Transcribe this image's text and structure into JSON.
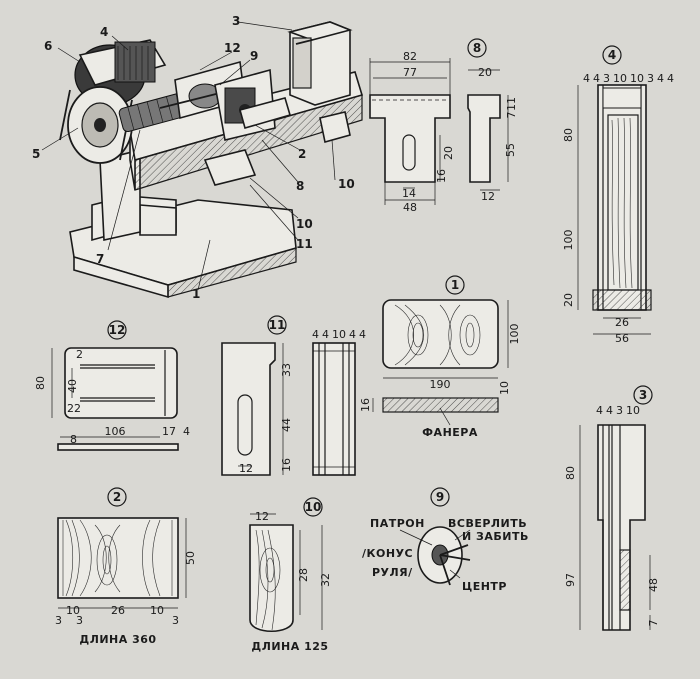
{
  "machine": {
    "callouts": [
      "1",
      "2",
      "3",
      "4",
      "5",
      "6",
      "7",
      "8",
      "9",
      "10",
      "10",
      "11",
      "12"
    ]
  },
  "part8": {
    "id": "8",
    "dims": {
      "w_outer": "82",
      "w_inner": "77",
      "w_base": "48",
      "slot_w": "14",
      "slot_h": "20",
      "h_slot_base": "16",
      "side_top": "20",
      "side_h1": "11",
      "side_h2": "7",
      "side_h3": "55",
      "side_w": "12"
    }
  },
  "part4": {
    "id": "4",
    "dims": {
      "top": [
        "4",
        "4",
        "3",
        "10",
        "10",
        "3",
        "4",
        "4"
      ],
      "h1": "80",
      "h2": "100",
      "h3": "20",
      "w_inner": "26",
      "w_outer": "56"
    }
  },
  "part12": {
    "id": "12",
    "dims": {
      "h": "80",
      "a": "2",
      "b": "40",
      "c": "22",
      "len": "106",
      "t1": "8",
      "t2": "17",
      "t3": "4"
    }
  },
  "part11": {
    "id": "11",
    "dims": {
      "top": [
        "4",
        "4",
        "10",
        "4",
        "4"
      ],
      "h1": "33",
      "h2": "44",
      "h3": "16",
      "w": "12"
    }
  },
  "part1": {
    "id": "1",
    "dims": {
      "w": "190",
      "h": "100",
      "t": "16",
      "t2": "10"
    },
    "material": "ФАНЕРА"
  },
  "part3": {
    "id": "3",
    "dims": {
      "top": [
        "4",
        "4",
        "3",
        "10"
      ],
      "h1": "80",
      "h2": "97",
      "h3": "48",
      "h4": "7"
    }
  },
  "part2": {
    "id": "2",
    "dims": {
      "h": "50",
      "a": "3",
      "b": "10",
      "c": "3",
      "mid": "26",
      "d": "10",
      "e": "3"
    },
    "length": "ДЛИНА 360"
  },
  "part10": {
    "id": "10",
    "dims": {
      "w": "12",
      "h1": "28",
      "h2": "32"
    },
    "length": "ДЛИНА 125"
  },
  "part9": {
    "id": "9",
    "labels": {
      "chuck": "ПАТРОН",
      "drill": "ВСВЕРЛИТЬ",
      "cone1": "/КОНУС",
      "cone2": "РУЛЯ/",
      "center": "ЦЕНТР",
      "cut": "И ЗАБИТЬ"
    }
  }
}
